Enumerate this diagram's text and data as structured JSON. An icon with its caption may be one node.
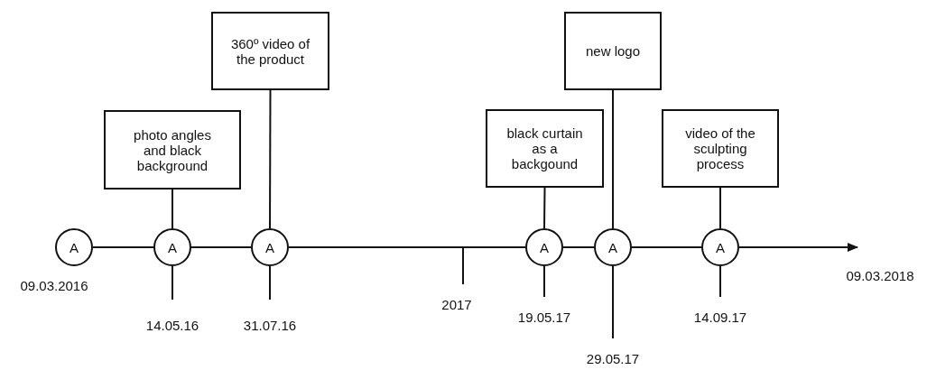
{
  "diagram": {
    "nodes": [
      {
        "text": [
          "A"
        ]
      },
      {
        "text": [
          "A"
        ]
      },
      {
        "text": [
          "A"
        ]
      },
      {
        "text": [
          "A"
        ]
      },
      {
        "text": [
          "A"
        ]
      },
      {
        "text": [
          "A"
        ]
      },
      {
        "text": [
          "photo angles and black background"
        ]
      },
      {
        "text": [
          "360º video of the product"
        ]
      },
      {
        "text": [
          "black curtain as a backgound"
        ]
      },
      {
        "text": [
          "new logo"
        ]
      },
      {
        "text": [
          "video of the sculpting process"
        ]
      }
    ],
    "edges": [
      {
        "from": 0,
        "to": 1,
        "arrow": "none"
      },
      {
        "from": 1,
        "to": 2,
        "arrow": "none"
      },
      {
        "from": 2,
        "to": 3,
        "arrow": "none"
      },
      {
        "from": 3,
        "to": 4,
        "arrow": "none"
      },
      {
        "from": 4,
        "to": 5,
        "arrow": "none"
      },
      {
        "from": 5,
        "to": null,
        "arrow": "to"
      },
      {
        "from": 6,
        "to": 1,
        "arrow": "none"
      },
      {
        "from": 7,
        "to": 2,
        "arrow": "none"
      },
      {
        "from": 8,
        "to": 3,
        "arrow": "none"
      },
      {
        "from": 9,
        "to": 4,
        "arrow": "none"
      },
      {
        "from": 10,
        "to": 5,
        "arrow": "none"
      }
    ],
    "labels": [
      "09.03.2016",
      "14.05.16",
      "31.07.16",
      "2017",
      "19.05.17",
      "29.05.17",
      "14.09.17",
      "09.03.2018"
    ]
  }
}
